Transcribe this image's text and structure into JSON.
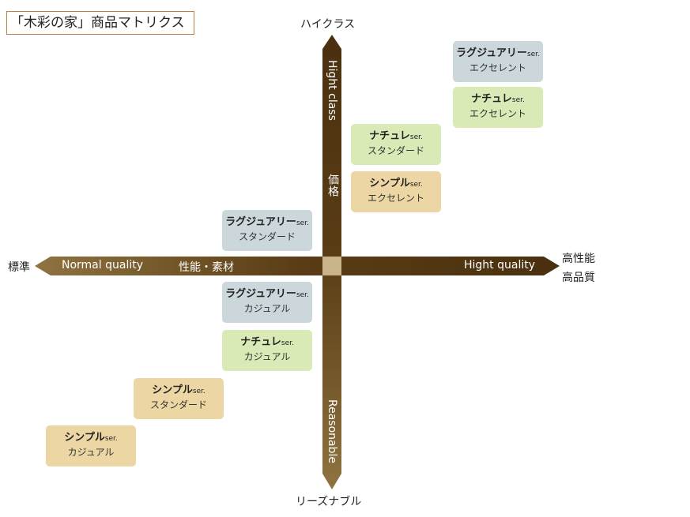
{
  "title": "「木彩の家」商品マトリクス",
  "axes": {
    "top_label": "ハイクラス",
    "bottom_label": "リーズナブル",
    "left_label": "標準",
    "right_label_line1": "高性能",
    "right_label_line2": "高品質",
    "up_text": "Hight class",
    "up_kanji": "価格",
    "down_text": "Reasonable",
    "left_text": "Normal quality",
    "left_kanji": "性能・素材",
    "right_text": "Hight quality"
  },
  "series_suffix": "ser.",
  "cards": [
    {
      "name": "ラグジュアリー",
      "grade": "エクセレント"
    },
    {
      "name": "ナチュレ",
      "grade": "エクセレント"
    },
    {
      "name": "ナチュレ",
      "grade": "スタンダード"
    },
    {
      "name": "シンプル",
      "grade": "エクセレント"
    },
    {
      "name": "ラグジュアリー",
      "grade": "スタンダード"
    },
    {
      "name": "ラグジュアリー",
      "grade": "カジュアル"
    },
    {
      "name": "ナチュレ",
      "grade": "カジュアル"
    },
    {
      "name": "シンプル",
      "grade": "スタンダード"
    },
    {
      "name": "シンプル",
      "grade": "カジュアル"
    }
  ],
  "colors": {
    "luxury": "#ccd7dc",
    "natural": "#daeab7",
    "simple": "#ecd6a4",
    "axis_dark": "#4a300f",
    "axis_light": "#8f7340",
    "title_border": "#b9804a"
  }
}
